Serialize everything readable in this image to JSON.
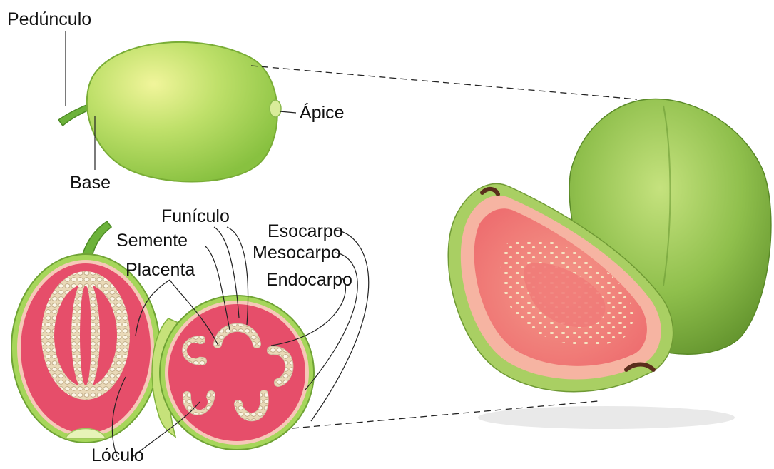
{
  "labels": {
    "peduncle": "Pedúnculo",
    "apex": "Ápice",
    "base": "Base",
    "funiculus": "Funículo",
    "seed": "Semente",
    "placenta": "Placenta",
    "exocarp": "Esocarpo",
    "mesocarp": "Mesocarpo",
    "endocarp": "Endocarpo",
    "locule": "Lóculo"
  },
  "colors": {
    "peel": "#a6d65a",
    "peel_light": "#e9f29a",
    "stem": "#6cb23a",
    "pulp": "#e64e6a",
    "mesocarp_rim": "#f6c8b8",
    "seed": "#f2ead2",
    "photo_peel": "#88b94a",
    "photo_pulp": "#f07a78"
  }
}
